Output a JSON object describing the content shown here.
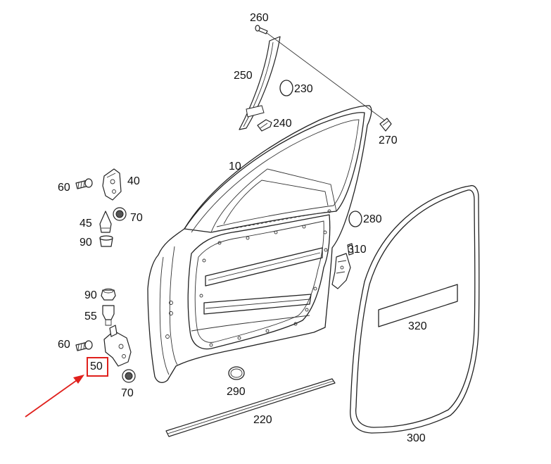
{
  "labels": {
    "p10": "10",
    "p40": "40",
    "p45": "45",
    "p50": "50",
    "p55": "55",
    "p60a": "60",
    "p60b": "60",
    "p70a": "70",
    "p70b": "70",
    "p90a": "90",
    "p90b": "90",
    "p220": "220",
    "p230": "230",
    "p240": "240",
    "p250": "250",
    "p260": "260",
    "p270": "270",
    "p280": "280",
    "p290": "290",
    "p300": "300",
    "p310": "310",
    "p320": "320"
  },
  "highlight": {
    "part": "50",
    "color": "#e0201c"
  }
}
